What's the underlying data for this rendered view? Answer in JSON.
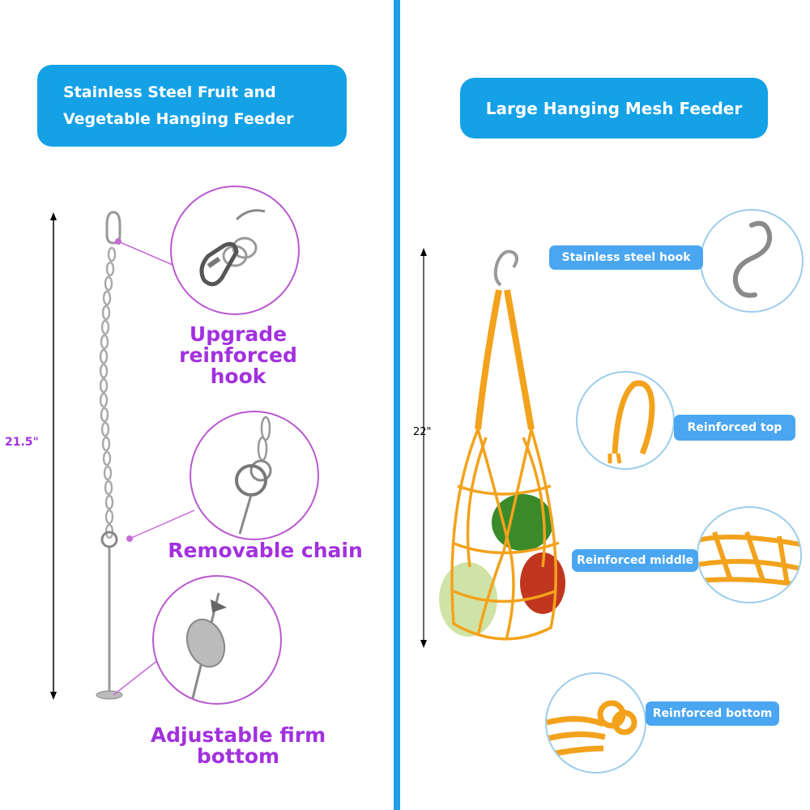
{
  "left": {
    "banner_line1": "Stainless Steel Fruit and",
    "banner_line2": "Vegetable Hanging Feeder",
    "dimension": "21.5\"",
    "features": [
      {
        "line1": "Upgrade reinforced",
        "line2": "hook"
      },
      {
        "line1": "Removable chain",
        "line2": ""
      },
      {
        "line1": "Adjustable firm",
        "line2": "bottom"
      }
    ]
  },
  "right": {
    "banner": "Large Hanging Mesh Feeder",
    "dimension": "22\"",
    "features": [
      {
        "label": "Stainless steel hook"
      },
      {
        "label": "Reinforced top"
      },
      {
        "label": "Reinforced middle"
      },
      {
        "label": "Reinforced bottom"
      }
    ]
  },
  "colors": {
    "accent_blue": "#14a1e6",
    "label_purple": "#a231de",
    "pill_blue": "#4aa6f0",
    "rope_orange": "#f3a21c"
  }
}
